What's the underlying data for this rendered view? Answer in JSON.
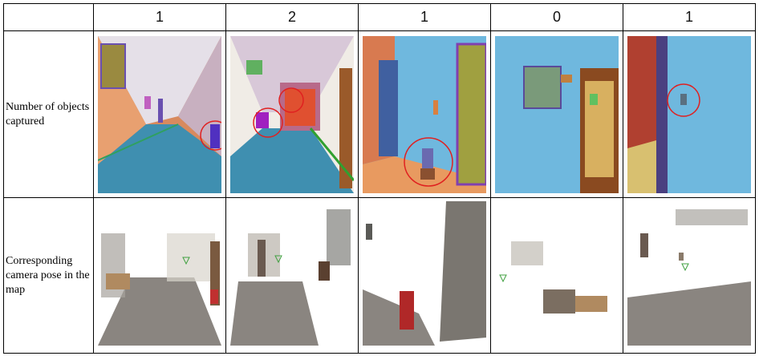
{
  "table": {
    "header_counts": [
      "1",
      "2",
      "1",
      "0",
      "1"
    ],
    "row1_label": "Number of objects captured",
    "row2_label": "Corresponding camera pose in the map"
  },
  "colors": {
    "highlight_circle": "#e02020",
    "floor_blue": "#3f8fb0",
    "wall_orange": "#e8a070",
    "wall_blue": "#6fb8de",
    "door_brown": "#8a4a20",
    "pointcloud_gray": "#8a8580"
  }
}
